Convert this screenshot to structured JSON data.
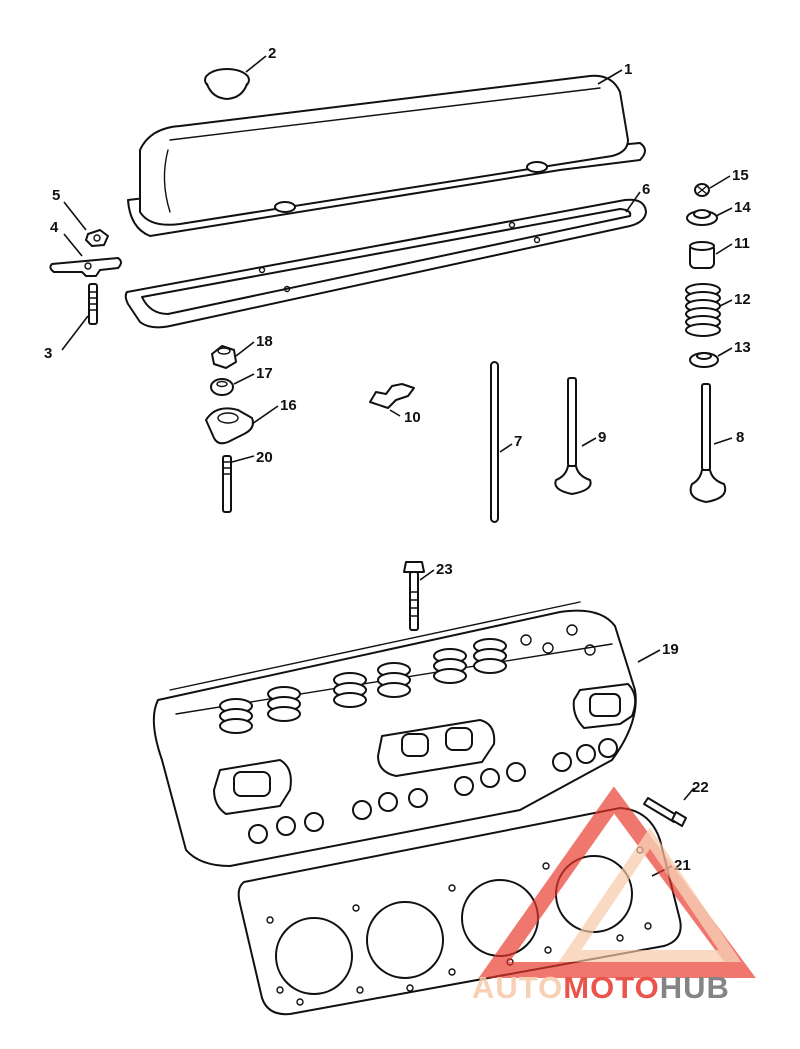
{
  "callouts": [
    {
      "id": "1",
      "label": "1"
    },
    {
      "id": "2",
      "label": "2"
    },
    {
      "id": "3",
      "label": "3"
    },
    {
      "id": "4",
      "label": "4"
    },
    {
      "id": "5",
      "label": "5"
    },
    {
      "id": "6",
      "label": "6"
    },
    {
      "id": "7",
      "label": "7"
    },
    {
      "id": "8",
      "label": "8"
    },
    {
      "id": "9",
      "label": "9"
    },
    {
      "id": "10",
      "label": "10"
    },
    {
      "id": "11",
      "label": "11"
    },
    {
      "id": "12",
      "label": "12"
    },
    {
      "id": "13",
      "label": "13"
    },
    {
      "id": "14",
      "label": "14"
    },
    {
      "id": "15",
      "label": "15"
    },
    {
      "id": "16",
      "label": "16"
    },
    {
      "id": "17",
      "label": "17"
    },
    {
      "id": "18",
      "label": "18"
    },
    {
      "id": "19",
      "label": "19"
    },
    {
      "id": "20",
      "label": "20"
    },
    {
      "id": "21",
      "label": "21"
    },
    {
      "id": "22",
      "label": "22"
    },
    {
      "id": "23",
      "label": "23"
    }
  ],
  "watermark": {
    "text_auto": "AUTO",
    "text_moto": "MOTO",
    "text_hub": "HUB",
    "color_light": "#f7c8a8",
    "color_red": "#e8372b",
    "color_gray": "#6f6f6f"
  }
}
